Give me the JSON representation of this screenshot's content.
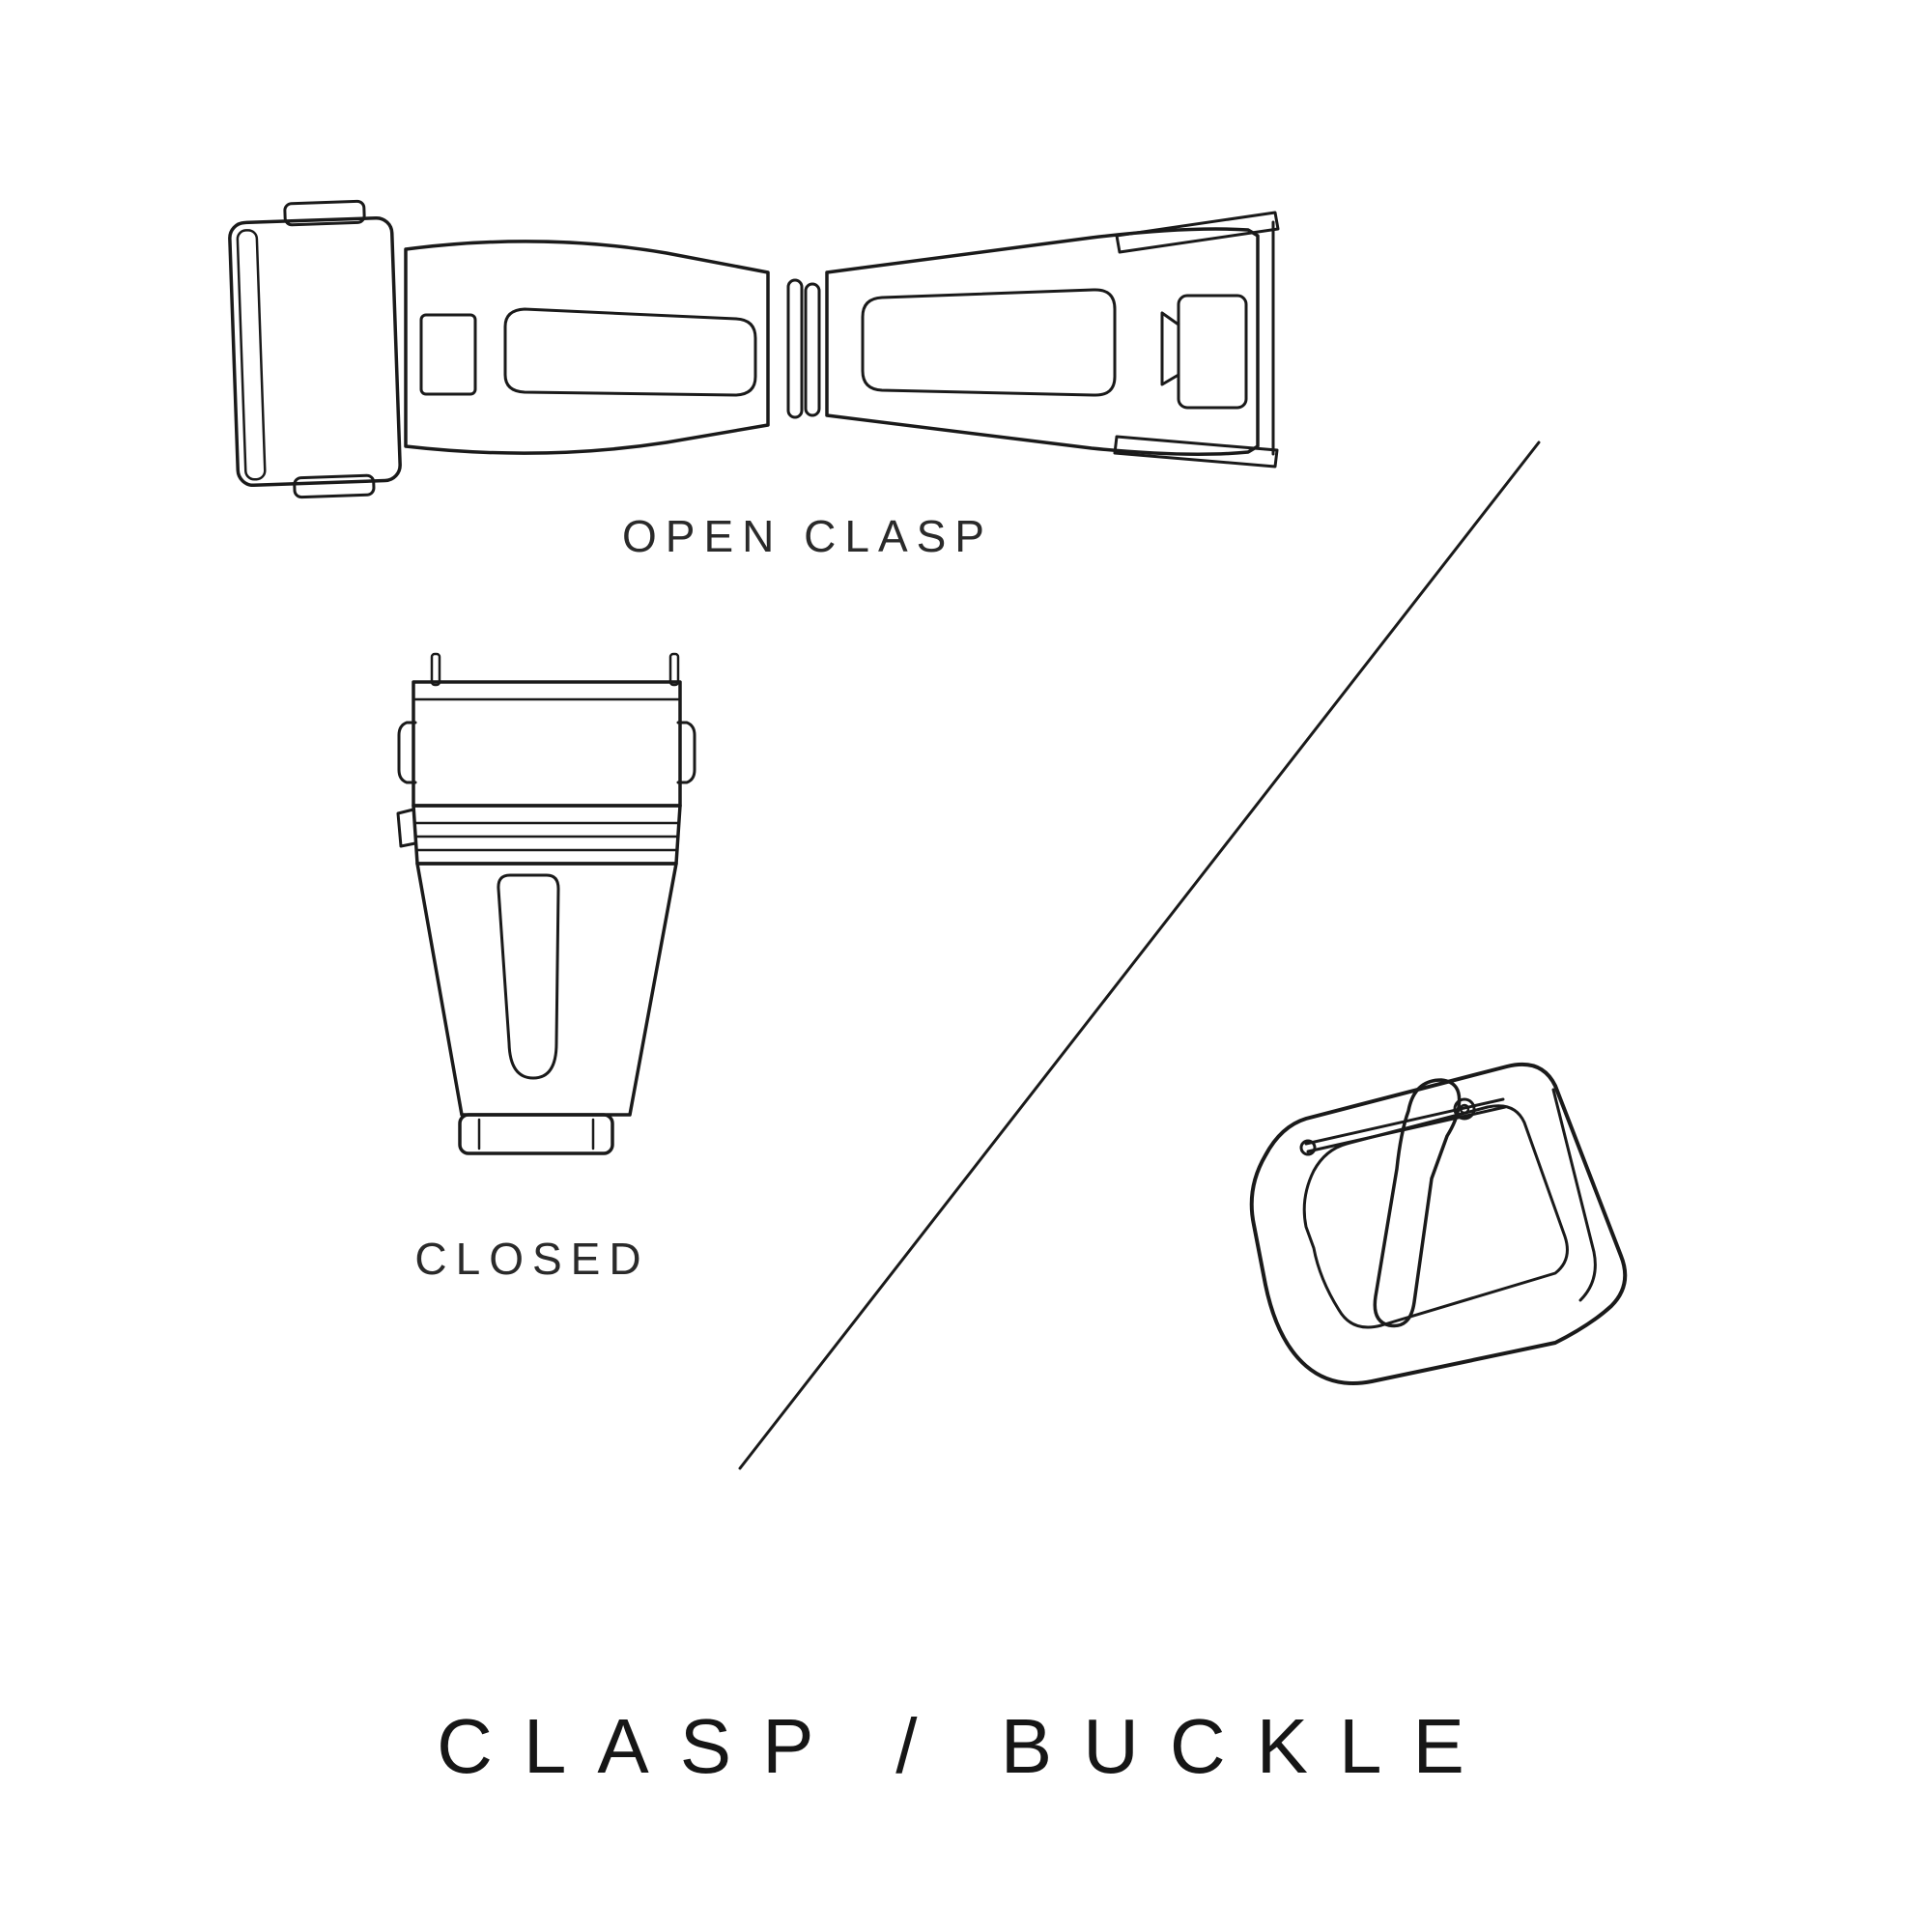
{
  "page": {
    "title": "CLASP / BUCKLE",
    "background_color": "#ffffff",
    "ink_color": "#1a1a1a"
  },
  "labels": {
    "open_clasp": "OPEN CLASP",
    "closed": "CLOSED"
  },
  "illustrations": {
    "open_clasp": "open-clasp-top-view-line-drawing",
    "closed_clasp": "closed-clasp-top-view-line-drawing",
    "buckle": "tang-buckle-line-drawing",
    "divider": "diagonal-divider-line"
  }
}
